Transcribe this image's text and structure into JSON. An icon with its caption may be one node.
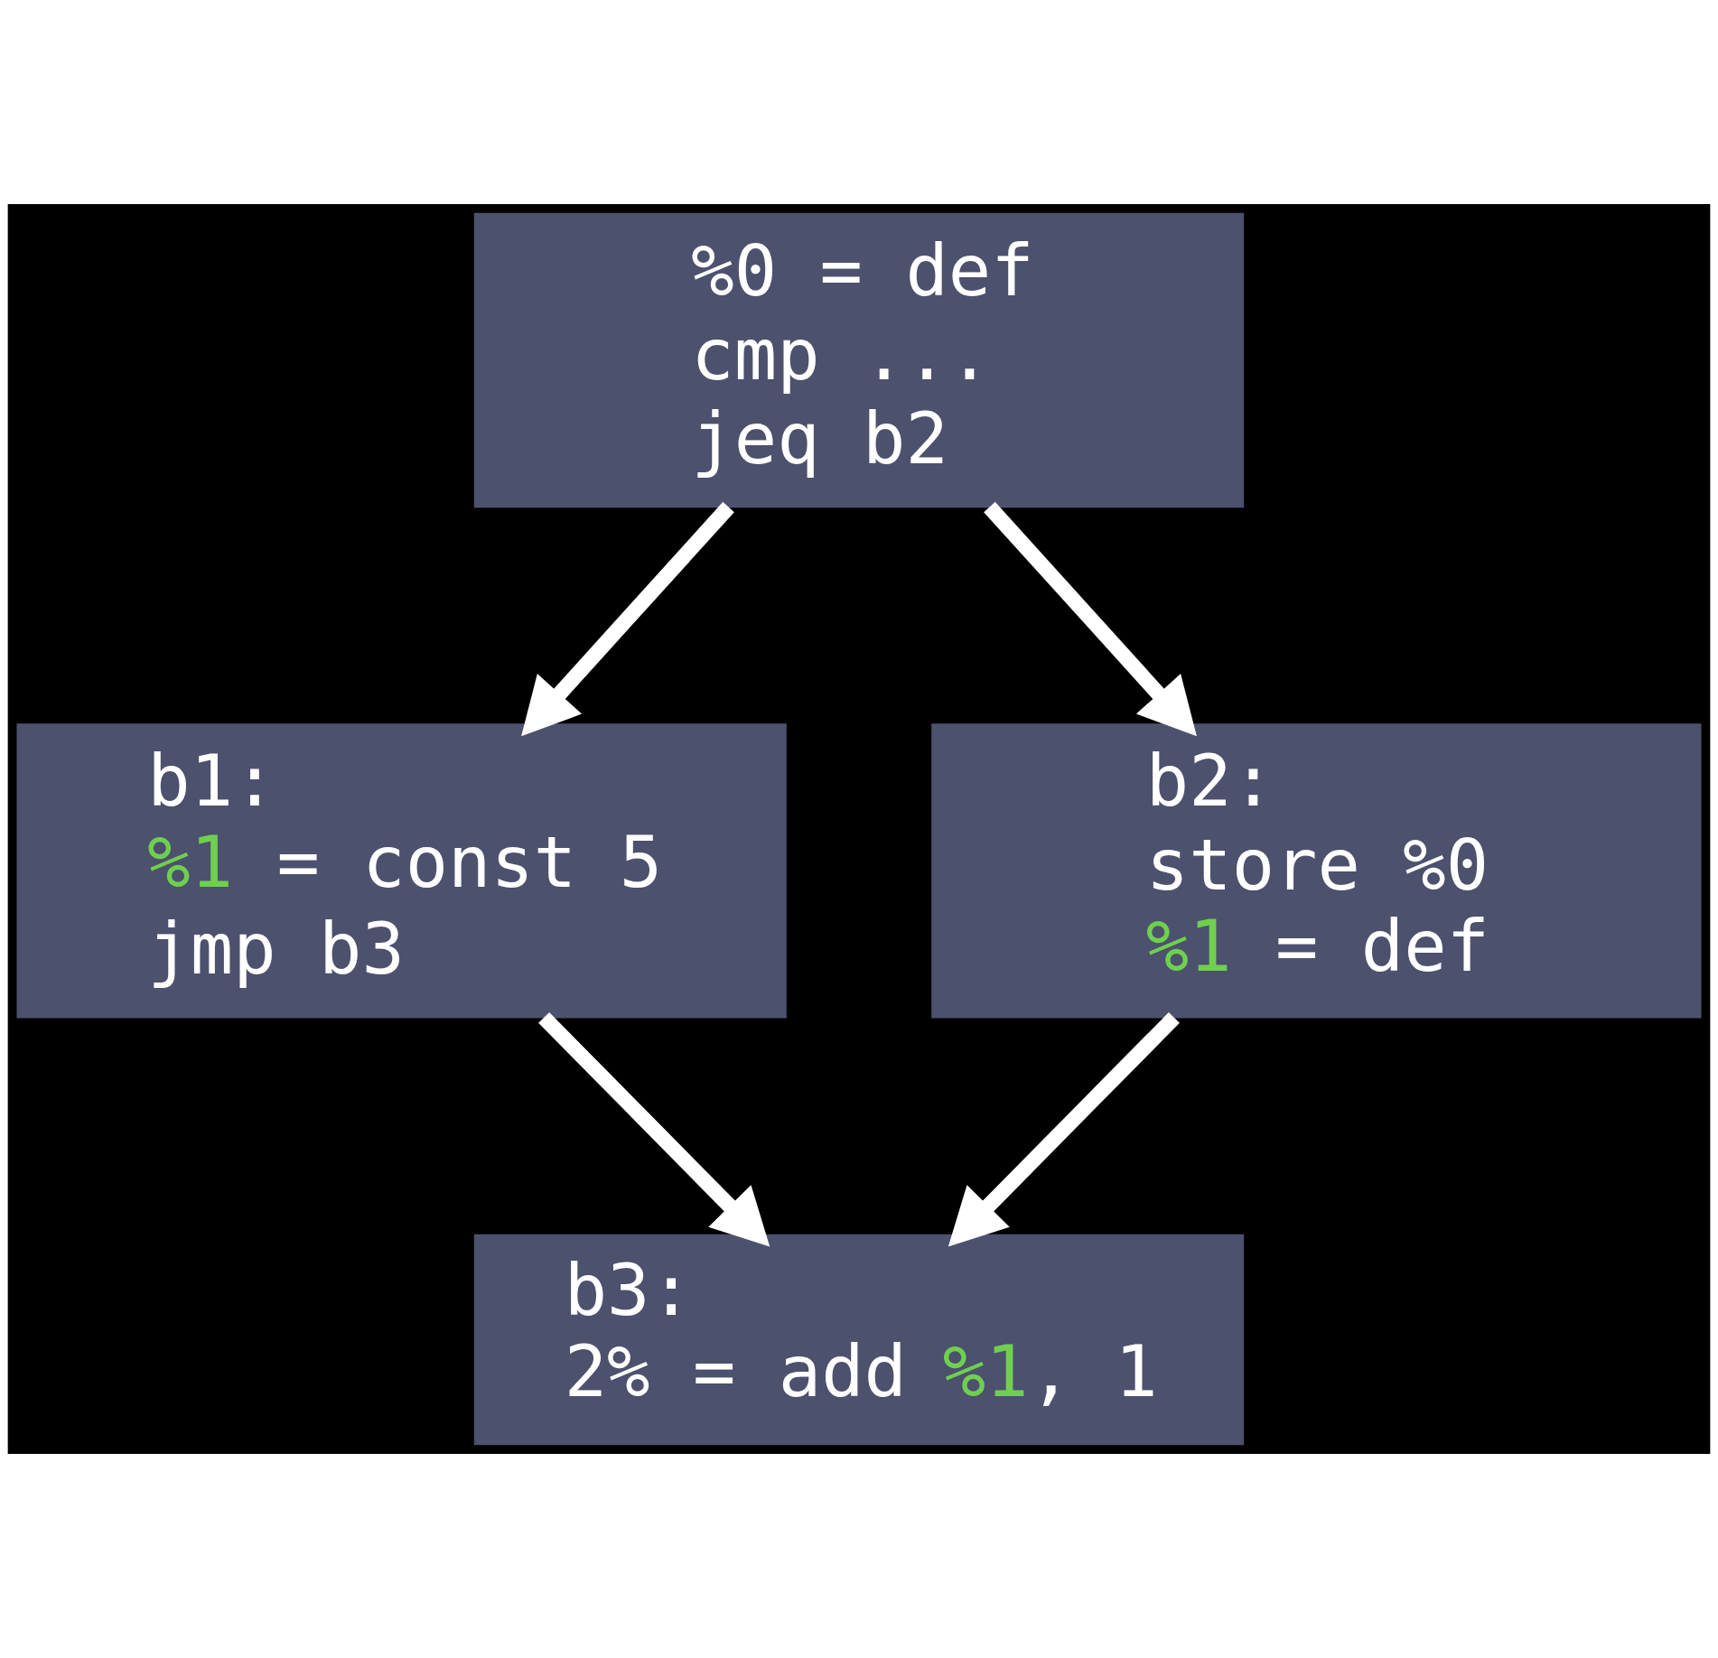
{
  "diagram": {
    "nodes": [
      {
        "text": [
          "%0 = def",
          "cmp ...",
          "jeq b2"
        ]
      },
      {
        "text": [
          "b1:",
          "%1 = const 5",
          "jmp b3"
        ]
      },
      {
        "text": [
          "b2:",
          "store %0",
          "%1 = def"
        ]
      },
      {
        "text": [
          "b3:",
          "2% = add %1, 1"
        ]
      }
    ],
    "edges": [
      {
        "from": 0,
        "to": 1,
        "arrow": "to"
      },
      {
        "from": 0,
        "to": 2,
        "arrow": "to"
      },
      {
        "from": 1,
        "to": 3,
        "arrow": "to"
      },
      {
        "from": 2,
        "to": 3,
        "arrow": "to"
      }
    ]
  }
}
